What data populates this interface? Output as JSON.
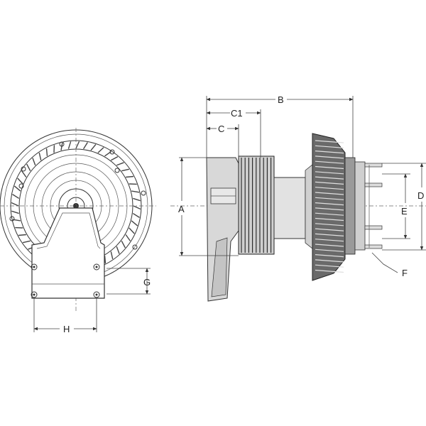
{
  "labels": {
    "A": "A",
    "B": "B",
    "C": "C",
    "C1": "C1",
    "D": "D",
    "E": "E",
    "F": "F",
    "G": "G",
    "H": "H"
  },
  "colors": {
    "line": "#333333",
    "fill": "#d8d8d8",
    "dark": "#4a4a4a",
    "background": "#ffffff"
  }
}
